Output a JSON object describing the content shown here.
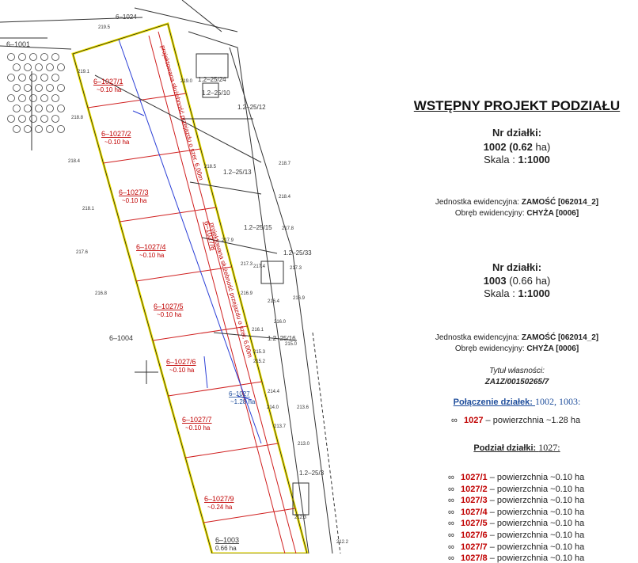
{
  "panel": {
    "title": "WSTĘPNY PROJEKT PODZIAŁU",
    "parcel1": {
      "nr_label": "Nr działki:",
      "nr_value": "1002 (0.62",
      "nr_unit": " ha)",
      "scale_label": "Skala : ",
      "scale_value": "1:1000",
      "unit_label": "Jednostka ewidencyjna: ",
      "unit_value": "ZAMOŚĆ [062014_2]",
      "precinct_label": "Obręb ewidencyjny: ",
      "precinct_value": "CHYŻA [0006]"
    },
    "parcel2": {
      "nr_label": "Nr działki:",
      "nr_value": "1003",
      "nr_unit": " (0.66 ha)",
      "scale_label": "Skala : ",
      "scale_value": "1:1000",
      "unit_label": "Jednostka ewidencyjna: ",
      "unit_value": "ZAMOŚĆ [062014_2]",
      "precinct_label": "Obręb ewidencyjny: ",
      "precinct_value": "CHYŻA [0006]"
    },
    "ownership_label": "Tytuł własności:",
    "ownership_value": "ZA1Z/00150265/7",
    "merge_label": "Połączenie działek: ",
    "merge_value": "1002, 1003:",
    "merge_result_id": "1027",
    "merge_result_text": " – powierzchnia ~1.28 ha",
    "division_label": "Podział działki: ",
    "division_value": "1027:",
    "bullet_symbol": "∞",
    "division_items": [
      {
        "id": "1027/1",
        "text": " – powierzchnia ~0.10 ha"
      },
      {
        "id": "1027/2",
        "text": " – powierzchnia ~0.10 ha"
      },
      {
        "id": "1027/3",
        "text": " – powierzchnia ~0.10 ha"
      },
      {
        "id": "1027/4",
        "text": " – powierzchnia ~0.10 ha"
      },
      {
        "id": "1027/5",
        "text": " – powierzchnia ~0.10 ha"
      },
      {
        "id": "1027/6",
        "text": " – powierzchnia ~0.10 ha"
      },
      {
        "id": "1027/7",
        "text": " – powierzchnia ~0.10 ha"
      },
      {
        "id": "1027/8",
        "text": " – powierzchnia ~0.10 ha"
      }
    ]
  },
  "map": {
    "plots": [
      {
        "name": "6–1027/1",
        "area": "~0.10 ha"
      },
      {
        "name": "6–1027/2",
        "area": "~0.10 ha"
      },
      {
        "name": "6–1027/3",
        "area": "~0.10 ha"
      },
      {
        "name": "6–1027/4",
        "area": "~0.10 ha"
      },
      {
        "name": "6–1027/5",
        "area": "~0.10 ha"
      },
      {
        "name": "6–1027/6",
        "area": "~0.10 ha"
      },
      {
        "name": "6–1027/7",
        "area": "~0.10 ha"
      },
      {
        "name": "6–1027/8",
        "area": "~0.10 ha"
      },
      {
        "name": "6–1027/9",
        "area": "~0.24 ha"
      }
    ],
    "combined": {
      "name": "6–1027",
      "area": "~1.28 ha"
    },
    "neighbors": {
      "n1001": "6–1001",
      "n1004": "6–1004",
      "n1003": "6–1003",
      "n1003_area": "0.66 ha",
      "n1024": "6–1024"
    },
    "road_text": "projektowana służebność przejazdu o szer. 6,00m",
    "east_parcels": [
      "1.2–25/24",
      "1.2–25/10",
      "1.2–25/12",
      "1.2–25/13",
      "1.2–25/15",
      "1.2–25/33",
      "1.2–25/16",
      "1.2–25/3"
    ],
    "heights_left": [
      "219.5",
      "219.1",
      "218.8",
      "218.4",
      "218.1",
      "217.6",
      "216.8"
    ],
    "heights_mid": [
      "219.0",
      "218.5",
      "217.9",
      "217.3",
      "217.4",
      "216.9",
      "216.4",
      "216.1",
      "215.3",
      "215.2"
    ],
    "heights_right": [
      "218.7",
      "218.4",
      "217.8",
      "217.3",
      "216.9",
      "216.0",
      "215.0",
      "214.4",
      "214.0",
      "213.7",
      "213.6",
      "213.0",
      "212.3",
      "212.2"
    ],
    "colors": {
      "boundary": "#222222",
      "yellow": "#f2e600",
      "red": "#d02020",
      "blue": "#2b3fd6",
      "label": "#c00000"
    }
  }
}
